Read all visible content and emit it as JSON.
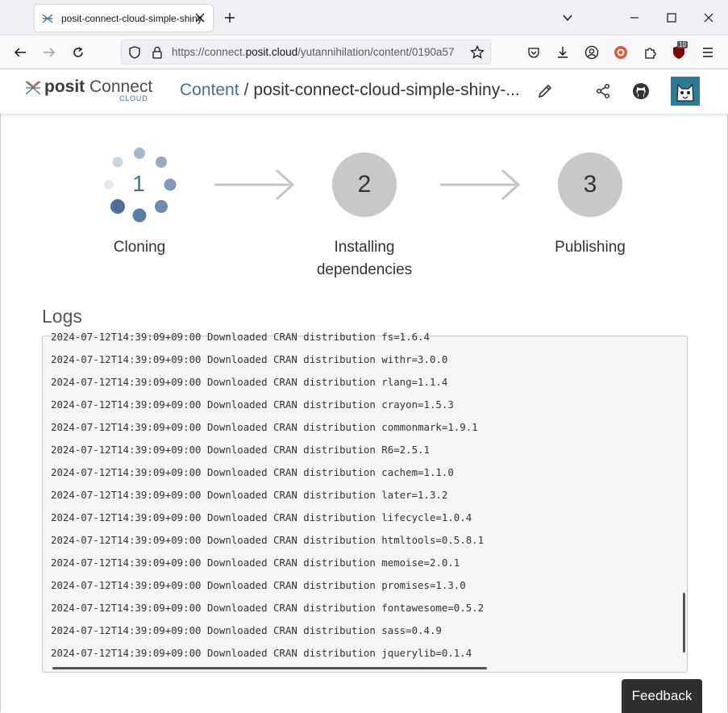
{
  "browser": {
    "tab_title": "posit-connect-cloud-simple-shiny",
    "url_prefix": "https://connect.",
    "url_domain": "posit.cloud",
    "url_path": "/yutannihilation/content/0190a57",
    "extension_badge": "10"
  },
  "header": {
    "logo_brand": "posit",
    "logo_product": "Connect",
    "logo_sub": "CLOUD",
    "breadcrumb_root": "Content",
    "breadcrumb_sep": "/",
    "breadcrumb_current": "posit-connect-cloud-simple-shiny-..."
  },
  "steps": [
    {
      "number": "1",
      "label": "Cloning",
      "state": "in-progress"
    },
    {
      "number": "2",
      "label": "Installing dependencies",
      "state": "pending"
    },
    {
      "number": "3",
      "label": "Publishing",
      "state": "pending"
    }
  ],
  "logs": {
    "title": "Logs",
    "lines": [
      "2024-07-12T14:39:09+09:00 Downloaded CRAN distribution fs=1.6.4",
      "2024-07-12T14:39:09+09:00 Downloaded CRAN distribution withr=3.0.0",
      "2024-07-12T14:39:09+09:00 Downloaded CRAN distribution rlang=1.1.4",
      "2024-07-12T14:39:09+09:00 Downloaded CRAN distribution crayon=1.5.3",
      "2024-07-12T14:39:09+09:00 Downloaded CRAN distribution commonmark=1.9.1",
      "2024-07-12T14:39:09+09:00 Downloaded CRAN distribution R6=2.5.1",
      "2024-07-12T14:39:09+09:00 Downloaded CRAN distribution cachem=1.1.0",
      "2024-07-12T14:39:09+09:00 Downloaded CRAN distribution later=1.3.2",
      "2024-07-12T14:39:09+09:00 Downloaded CRAN distribution lifecycle=1.0.4",
      "2024-07-12T14:39:09+09:00 Downloaded CRAN distribution htmltools=0.5.8.1",
      "2024-07-12T14:39:09+09:00 Downloaded CRAN distribution memoise=2.0.1",
      "2024-07-12T14:39:09+09:00 Downloaded CRAN distribution promises=1.3.0",
      "2024-07-12T14:39:09+09:00 Downloaded CRAN distribution fontawesome=0.5.2",
      "2024-07-12T14:39:09+09:00 Downloaded CRAN distribution sass=0.4.9",
      "2024-07-12T14:39:09+09:00 Downloaded CRAN distribution jquerylib=0.1.4"
    ]
  },
  "feedback_label": "Feedback",
  "colors": {
    "accent": "#447099",
    "step_pending": "#c8c8c8",
    "feedback_bg": "#2f2f2f"
  }
}
